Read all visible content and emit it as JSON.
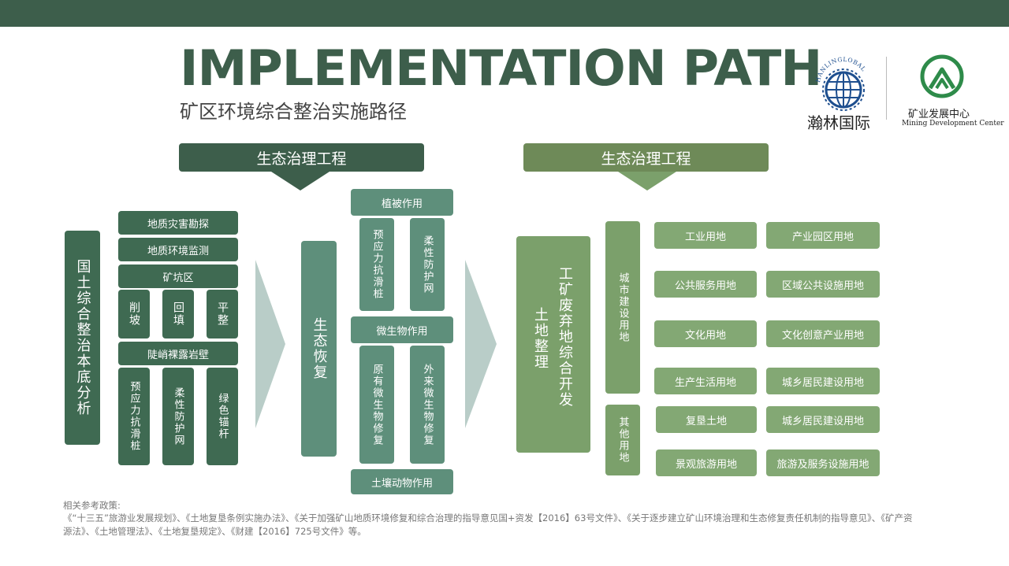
{
  "header": {
    "title": "IMPLEMENTATION PATH",
    "subtitle": "矿区环境综合整治实施路径"
  },
  "logos": {
    "hanlin_arc": "HANLINGLOBAL",
    "hanlin_name": "瀚林国际",
    "center_name": "矿业发展中心",
    "center_en": "Mining Development Center"
  },
  "section_headers": {
    "left": "生态治理工程",
    "right": "生态治理工程"
  },
  "left_block": {
    "main": "国土综合整治本底分析",
    "rows": [
      "地质灾害勘探",
      "地质环境监测",
      "矿坑区"
    ],
    "pit_items": [
      "削坡",
      "回填",
      "平整"
    ],
    "rock_wall": "陡峭裸露岩壁",
    "rock_items": [
      "预应力抗滑桩",
      "柔性防护网",
      "绿色锚杆"
    ]
  },
  "middle_block": {
    "main": "生态恢复",
    "vegetation": "植被作用",
    "veg_items": [
      "预应力抗滑桩",
      "柔性防护网"
    ],
    "microbe": "微生物作用",
    "microbe_items": [
      "原有微生物修复",
      "外来微生物修复"
    ],
    "soil_animal": "土壤动物作用"
  },
  "right_block": {
    "land": "土地整理",
    "dev": "工矿废弃地综合开发",
    "urban": "城市建设用地",
    "other": "其他用地",
    "urban_uses": [
      [
        "工业用地",
        "产业园区用地"
      ],
      [
        "公共服务用地",
        "区域公共设施用地"
      ],
      [
        "文化用地",
        "文化创意产业用地"
      ],
      [
        "生产生活用地",
        "城乡居民建设用地"
      ]
    ],
    "other_uses": [
      [
        "复垦土地",
        "城乡居民建设用地"
      ],
      [
        "景观旅游用地",
        "旅游及服务设施用地"
      ]
    ]
  },
  "footer": {
    "label": "相关参考政策:",
    "text": "《“十三五”旅游业发展规划》、《土地复垦条例实施办法》、《关于加强矿山地质环境修复和综合治理的指导意见国+资发【2016】63号文件》、《关于逐步建立矿山环境治理和生态修复责任机制的指导意见》、《矿产资源法》、《土地管理法》、《土地复垦规定》、《财建【2016】725号文件》等。"
  },
  "colors": {
    "dark_green": "#3d5e4b",
    "mid_green": "#5e8f7b",
    "light_green": "#7ba06b",
    "arrow": "#b9cdc8"
  }
}
